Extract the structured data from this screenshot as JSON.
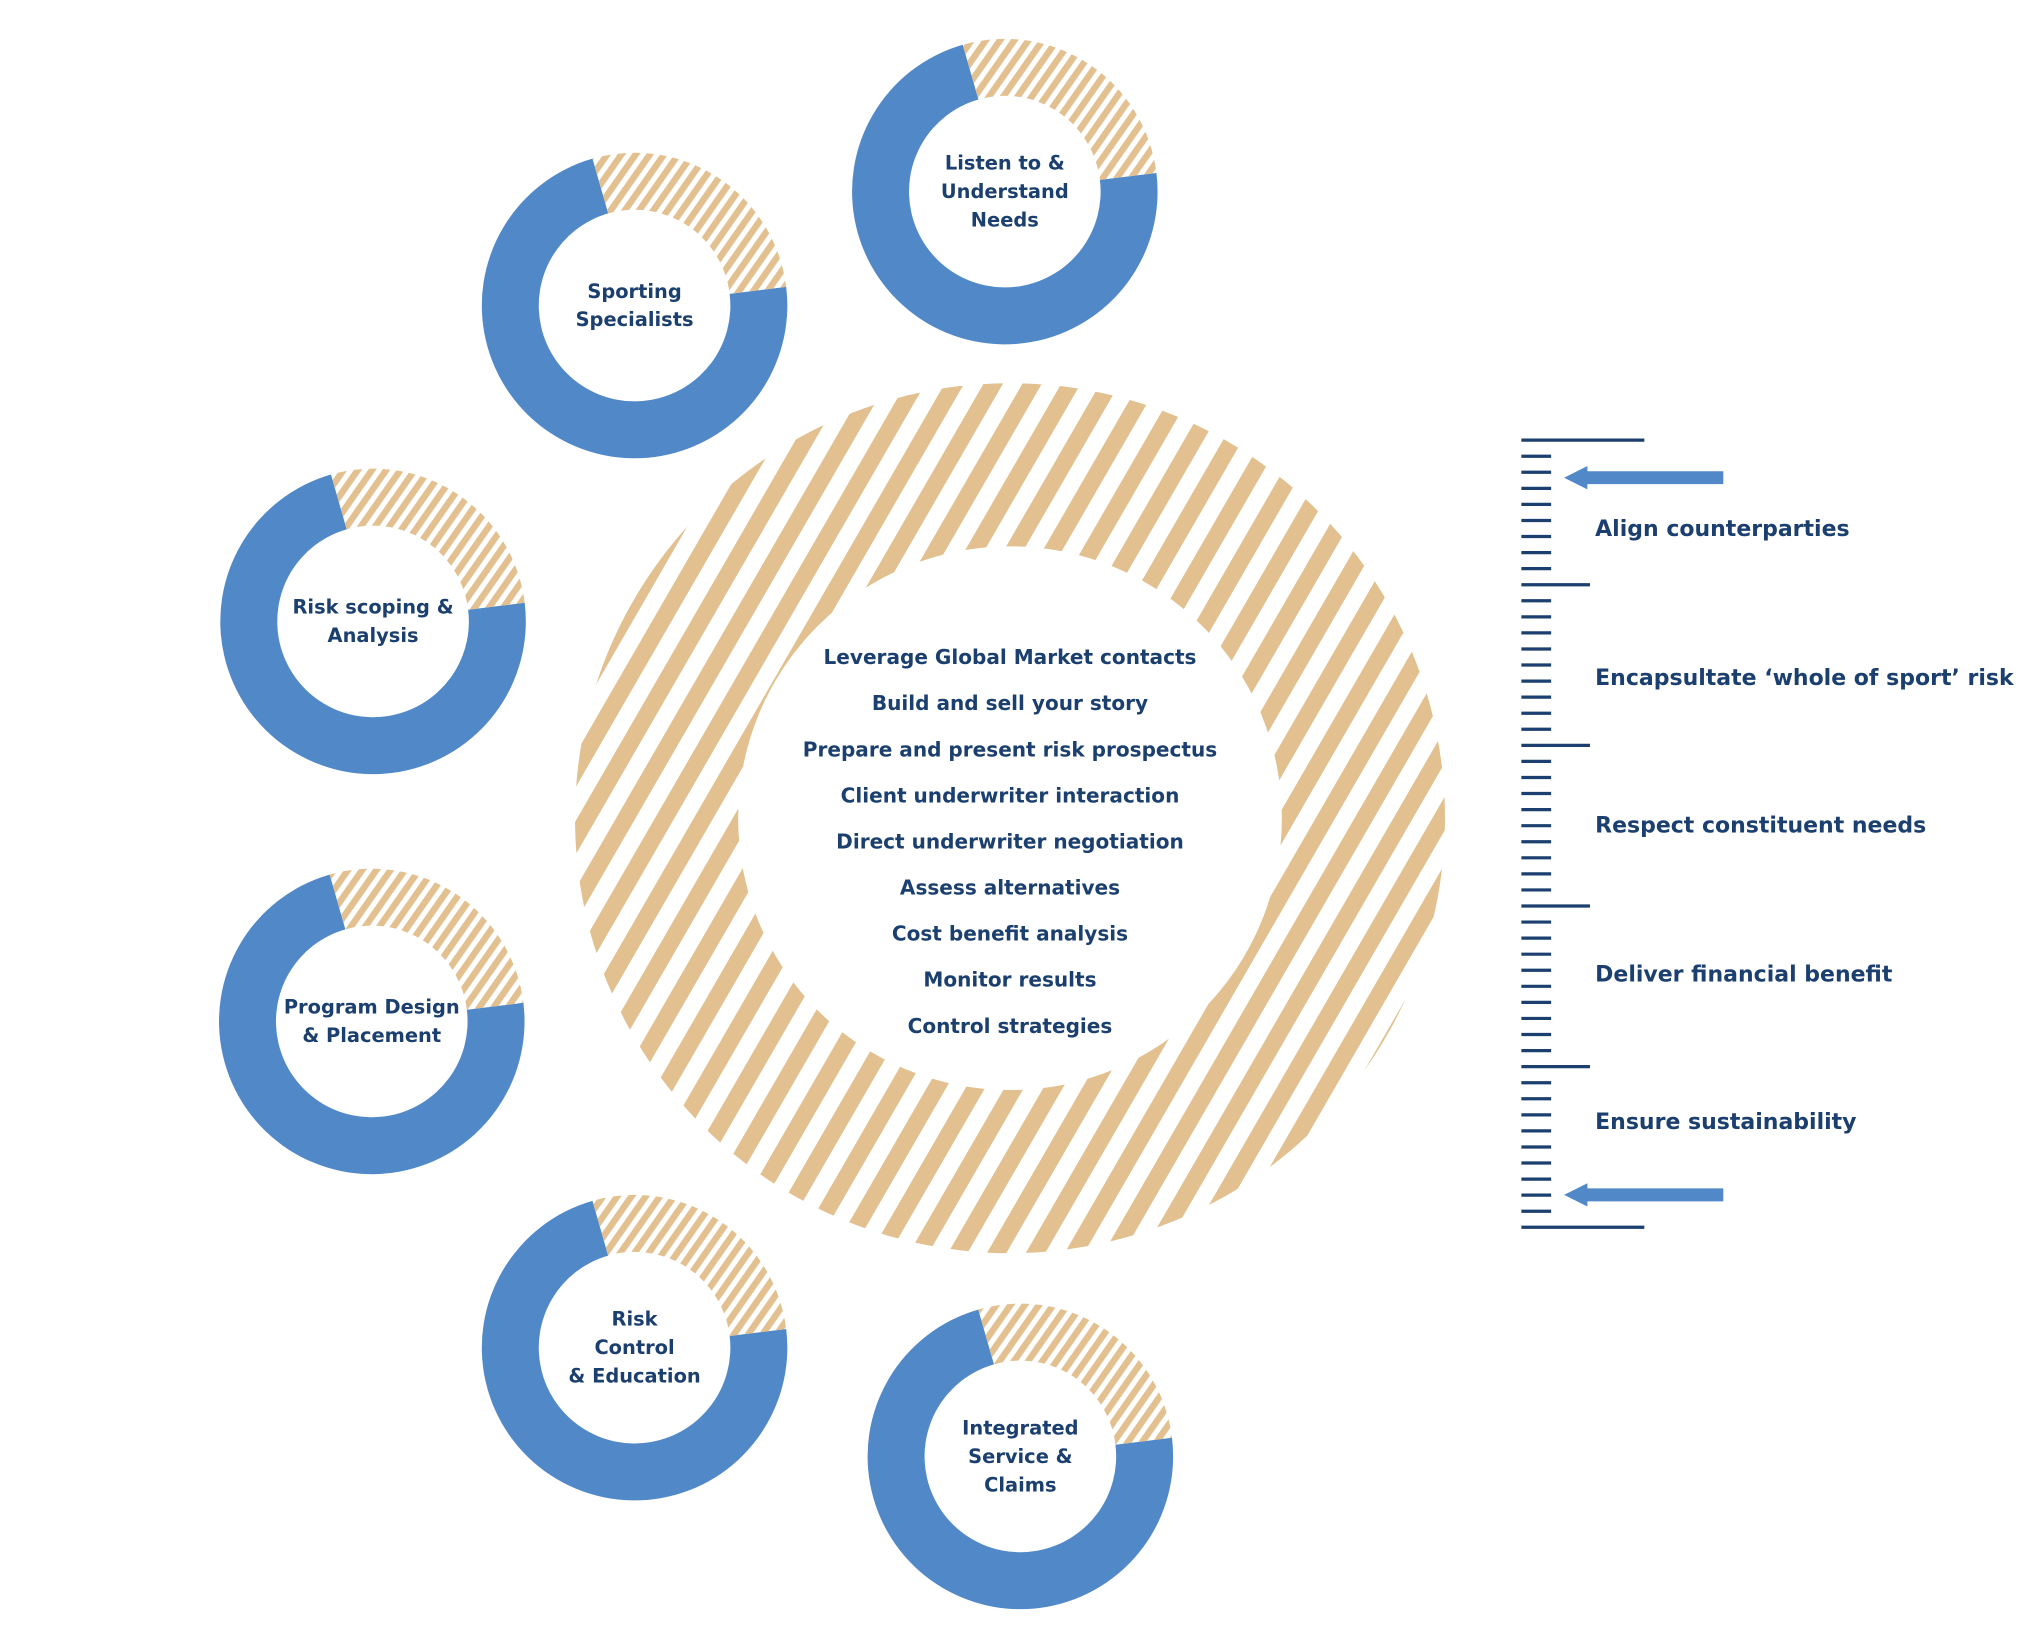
{
  "colors": {
    "blue": "#5189c8",
    "tan": "#e2c08f",
    "navy": "#1b3f6e",
    "background": "#ffffff"
  },
  "rings": [
    {
      "id": "listen",
      "lines": [
        "Listen to &",
        "Understand",
        "Needs"
      ]
    },
    {
      "id": "sporting",
      "lines": [
        "Sporting",
        "Specialists"
      ]
    },
    {
      "id": "risk-scoping",
      "lines": [
        "Risk scoping &",
        "Analysis"
      ]
    },
    {
      "id": "program-design",
      "lines": [
        "Program Design",
        "& Placement"
      ]
    },
    {
      "id": "risk-control",
      "lines": [
        "Risk",
        "Control",
        "& Education"
      ]
    },
    {
      "id": "integrated-service",
      "lines": [
        "Integrated",
        "Service &",
        "Claims"
      ]
    }
  ],
  "center_items": [
    "Leverage Global Market contacts",
    "Build and sell your story",
    "Prepare and present risk prospectus",
    "Client underwriter interaction",
    "Direct underwriter negotiation",
    "Assess alternatives",
    "Cost benefit analysis",
    "Monitor results",
    "Control strategies"
  ],
  "pillars": [
    "Align counterparties",
    "Encapsultate ‘whole of sport’ risk",
    "Respect constituent needs",
    "Deliver financial benefit",
    "Ensure sustainability"
  ]
}
